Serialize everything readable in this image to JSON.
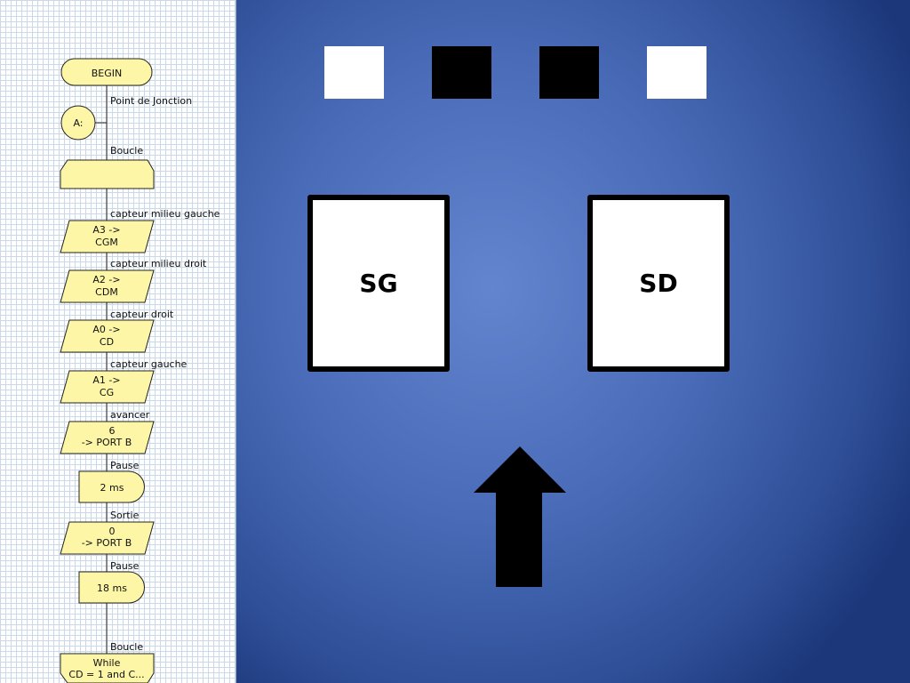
{
  "flowchart": {
    "begin": "BEGIN",
    "junction_label": "Point de Jonction",
    "junction": "A:",
    "loop_label": "Boucle",
    "steps": [
      {
        "label": "capteur milieu gauche",
        "line1": "A3 ->",
        "line2": "CGM"
      },
      {
        "label": "capteur milieu droit",
        "line1": "A2 ->",
        "line2": "CDM"
      },
      {
        "label": "capteur droit",
        "line1": "A0 ->",
        "line2": "CD"
      },
      {
        "label": "capteur gauche",
        "line1": "A1 ->",
        "line2": "CG"
      },
      {
        "label": "avancer",
        "line1": "6",
        "line2": "-> PORT B"
      }
    ],
    "pause1_label": "Pause",
    "pause1": "2 ms",
    "sortie_label": "Sortie",
    "sortie_line1": "0",
    "sortie_line2": "-> PORT B",
    "pause2_label": "Pause",
    "pause2": "18 ms",
    "end_loop_label": "Boucle",
    "while_line1": "While",
    "while_line2": "CD = 1 and C..."
  },
  "stage": {
    "leds": [
      {
        "state": "off",
        "color": "#ffffff"
      },
      {
        "state": "on",
        "color": "#000000"
      },
      {
        "state": "on",
        "color": "#000000"
      },
      {
        "state": "off",
        "color": "#ffffff"
      }
    ],
    "sensor_left": "SG",
    "sensor_right": "SD",
    "arrow_direction": "up"
  }
}
